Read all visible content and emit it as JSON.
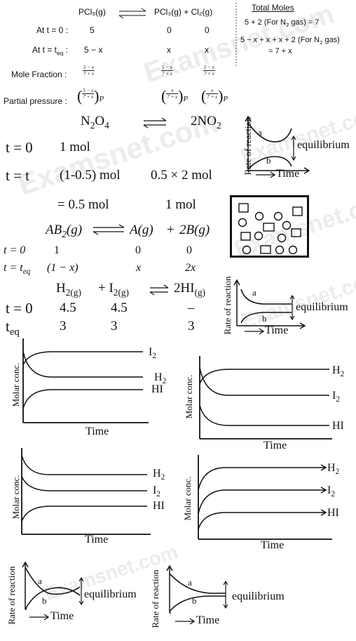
{
  "pcl5": {
    "equation_left": "PCl₅(g)",
    "equation_right": "PCl₃(g)  +  Cl₂(g)",
    "row_t0_label": "At t = 0 :",
    "row_t0": [
      "5",
      "0",
      "0"
    ],
    "row_teq_label": "At t = t",
    "row_teq_sub": "eq",
    "row_teq": [
      "5 − x",
      "x",
      "x"
    ],
    "mole_fraction_label": "Mole Fraction :",
    "mf": [
      {
        "num": "5 − x",
        "den": "7 + x"
      },
      {
        "num": "5 − x",
        "den": "7 + x"
      },
      {
        "num": "5 − x",
        "den": "7 + x"
      }
    ],
    "partial_pressure_label": "Partial pressure :",
    "pp": [
      {
        "num": "5 − x",
        "den": "7 + x"
      },
      {
        "num": "x",
        "den": "7 + x"
      },
      {
        "num": "x",
        "den": "7 + x"
      }
    ],
    "pp_suffix": "P",
    "total_moles_title": "Total Moles",
    "total_line1a": "5 + 2 (For N",
    "total_line1b": " gas) = 7",
    "total_line2a": "5 − x + x + x + 2 (For N",
    "total_line2b": " gas)",
    "total_line3": "= 7 + x",
    "sub2": "2"
  },
  "n2o4": {
    "eq_left": "N",
    "eq_left_sub1": "2",
    "eq_left_mid": "O",
    "eq_left_sub2": "4",
    "eq_right": "2NO",
    "eq_right_sub": "2",
    "t0_label": "t = 0",
    "t0_val": "1 mol",
    "tt_label": "t = t",
    "tt_val1": "(1-0.5) mol",
    "tt_val2": "0.5 × 2 mol",
    "res1": "= 0.5 mol",
    "res2": "1 mol"
  },
  "ab2": {
    "left": "AB",
    "left_sub": "2",
    "left_tail": "(g)",
    "right1": "A(g)",
    "plus": "+",
    "right2": "2B(g)",
    "t0_label": "t = 0",
    "t0": [
      "1",
      "0",
      "0"
    ],
    "teq_label": "t = t",
    "teq_sub": "eq",
    "teq": [
      "(1 − x)",
      "x",
      "2x"
    ]
  },
  "h2i2": {
    "h2": "H",
    "h2_sub": "2(g)",
    "plus_i2": "+ I",
    "i2_sub": "2(g)",
    "hi": "2HI",
    "hi_sub": "(g)",
    "t0_label": "t = 0",
    "t0": [
      "4.5",
      "4.5",
      "–"
    ],
    "teq_label": "t",
    "teq_sub": "eq",
    "teq": [
      "3",
      "3",
      "3"
    ]
  },
  "rate_graph": {
    "ylabel": "Rate of reaction",
    "xlabel": "Time",
    "label_a": "a",
    "label_b": "b",
    "equilibrium": "equilibrium"
  },
  "conc_graph": {
    "ylabel": "Molar conc.",
    "xlabel": "Time",
    "I2": "I",
    "H2": "H",
    "HI": "HI",
    "sub2": "2"
  },
  "watermark": "Examsnet.com"
}
